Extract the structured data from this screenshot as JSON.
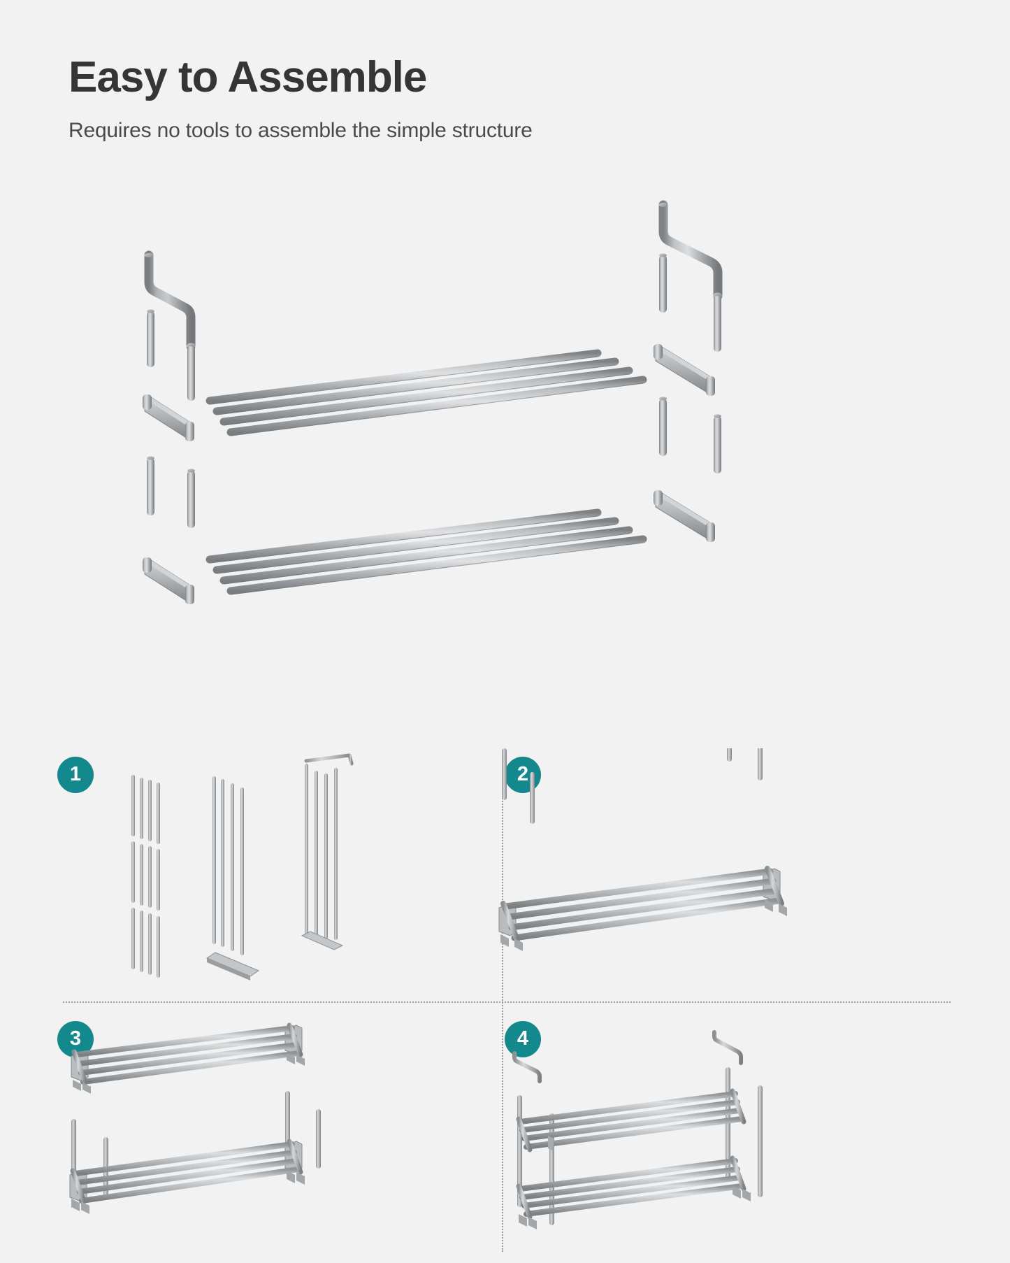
{
  "header": {
    "title": "Easy to Assemble",
    "subtitle": "Requires no tools to assemble the simple structure"
  },
  "colors": {
    "background": "#f2f2f2",
    "title_text": "#353535",
    "subtitle_text": "#4a4a4a",
    "badge_teal": "#13898e",
    "badge_number": "#ffffff",
    "metal_light": "#d8dadc",
    "metal_mid": "#a7abad",
    "metal_dark": "#85898c",
    "metal_edge": "#6e7274",
    "divider": "#9a9a9a"
  },
  "hero": {
    "name": "exploded-assembly-diagram",
    "description": "Exploded isometric view of a 2-tier metal shoe rack showing curved top handle rails, vertical legs, side connector brackets and long horizontal shelf bars"
  },
  "steps": [
    {
      "number": "1",
      "art_name": "step-1-parts-layout",
      "description": "All loose parts laid out: short leg tubes, long shelf bars, and side frame pieces"
    },
    {
      "number": "2",
      "art_name": "step-2-bottom-shelf-assembled",
      "description": "Bottom shelf frame assembled with four bars; vertical legs ready to insert"
    },
    {
      "number": "3",
      "art_name": "step-3-second-shelf-added",
      "description": "Second shelf frame positioned above the base with legs installed"
    },
    {
      "number": "4",
      "art_name": "step-4-complete-rack",
      "description": "Completed two-tier rack with curved side handle rails ready to attach"
    }
  ]
}
